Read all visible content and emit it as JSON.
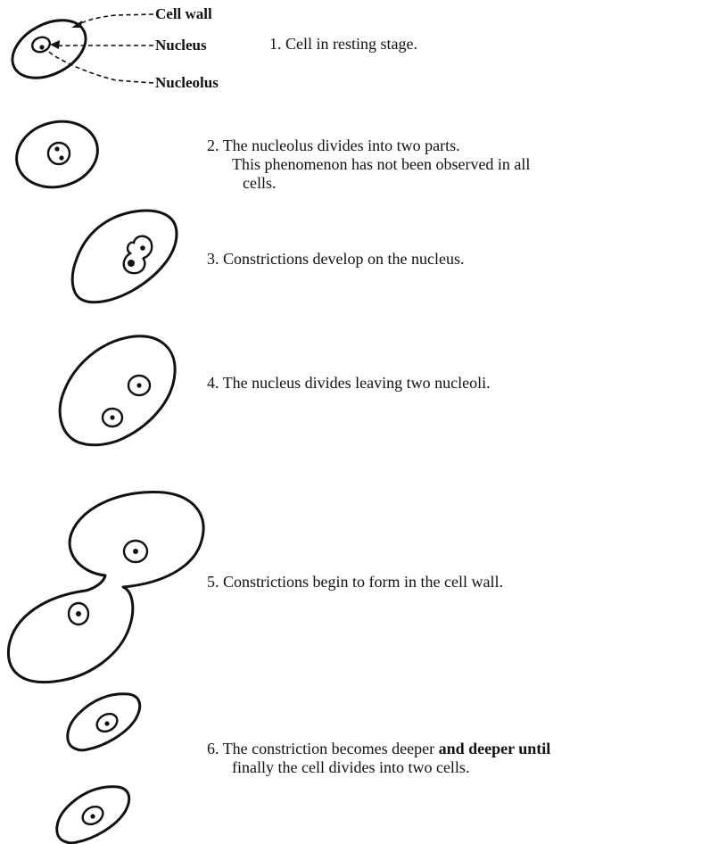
{
  "labels": {
    "cell_wall": "Cell wall",
    "nucleus": "Nucleus",
    "nucleolus": "Nucleolus"
  },
  "steps": [
    {
      "number": "1.",
      "text": "Cell in resting stage."
    },
    {
      "number": "2.",
      "text": "The nucleolus divides into two parts.",
      "note_line1": "This phenomenon has not been observed in all",
      "note_line2": "cells."
    },
    {
      "number": "3.",
      "text": "Constrictions develop on the nucleus."
    },
    {
      "number": "4.",
      "text": "The nucleus divides leaving two nucleoli."
    },
    {
      "number": "5.",
      "text": "Constrictions begin to form in the cell wall."
    },
    {
      "number": "6.",
      "text_line1_a": "The constriction becomes deeper ",
      "text_line1_b": "and deeper until",
      "text_line2": "finally the cell divides into two cells."
    }
  ]
}
